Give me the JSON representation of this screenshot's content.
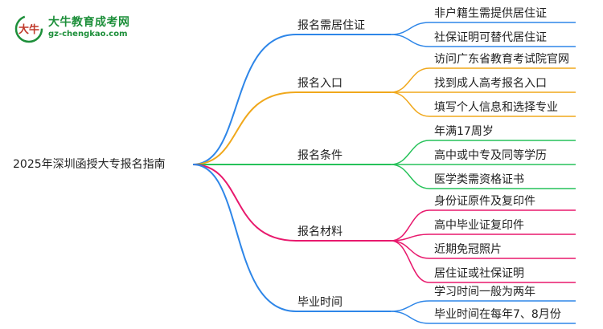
{
  "logo": {
    "title": "大牛教育成考网",
    "url": "gz-chengkao.com",
    "mark_text": "大牛"
  },
  "root": "2025年深圳函授大专报名指南",
  "branches": [
    {
      "label": "报名需居住证",
      "color": "#2e86e8",
      "children": [
        "非户籍生需提供居住证",
        "社保证明可替代居住证"
      ]
    },
    {
      "label": "报名入口",
      "color": "#f0a81c",
      "children": [
        "访问广东省教育考试院官网",
        "找到成人高考报名入口",
        "填写个人信息和选择专业"
      ]
    },
    {
      "label": "报名条件",
      "color": "#27c25a",
      "children": [
        "年满17周岁",
        "高中或中专及同等学历",
        "医学类需资格证书"
      ]
    },
    {
      "label": "报名材料",
      "color": "#e8196d",
      "children": [
        "身份证原件及复印件",
        "高中毕业证复印件",
        "近期免冠照片",
        "居住证或社保证明"
      ]
    },
    {
      "label": "毕业时间",
      "color": "#2e86e8",
      "children": [
        "学习时间一般为两年",
        "毕业时间在每年7、8月份"
      ]
    }
  ]
}
